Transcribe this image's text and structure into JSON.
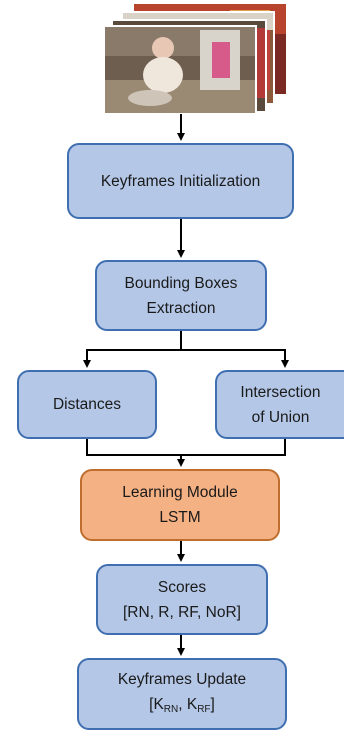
{
  "diagram": {
    "input_image": {
      "icon": "video-frames-stack",
      "description": ""
    },
    "nodes": {
      "keyframes_init": {
        "line1": "Keyframes Initialization"
      },
      "bbox_extraction": {
        "line1": "Bounding Boxes",
        "line2": "Extraction"
      },
      "distances": {
        "line1": "Distances"
      },
      "iou": {
        "line1": "Intersection",
        "line2": "of Union"
      },
      "learning_module": {
        "line1": "Learning Module",
        "line2": "LSTM"
      },
      "scores": {
        "line1": "Scores",
        "line2": "[RN, R, RF, NoR]"
      },
      "keyframes_update": {
        "line1": "Keyframes Update",
        "open": "[K",
        "sub1": "RN",
        "mid": ", K",
        "sub2": "RF",
        "close": "]"
      }
    },
    "colors": {
      "blue_fill": "#b4c7e7",
      "blue_border": "#3f6fb0",
      "orange_fill": "#f4b183",
      "orange_border": "#bf6e2d",
      "arrow": "#000000"
    }
  }
}
